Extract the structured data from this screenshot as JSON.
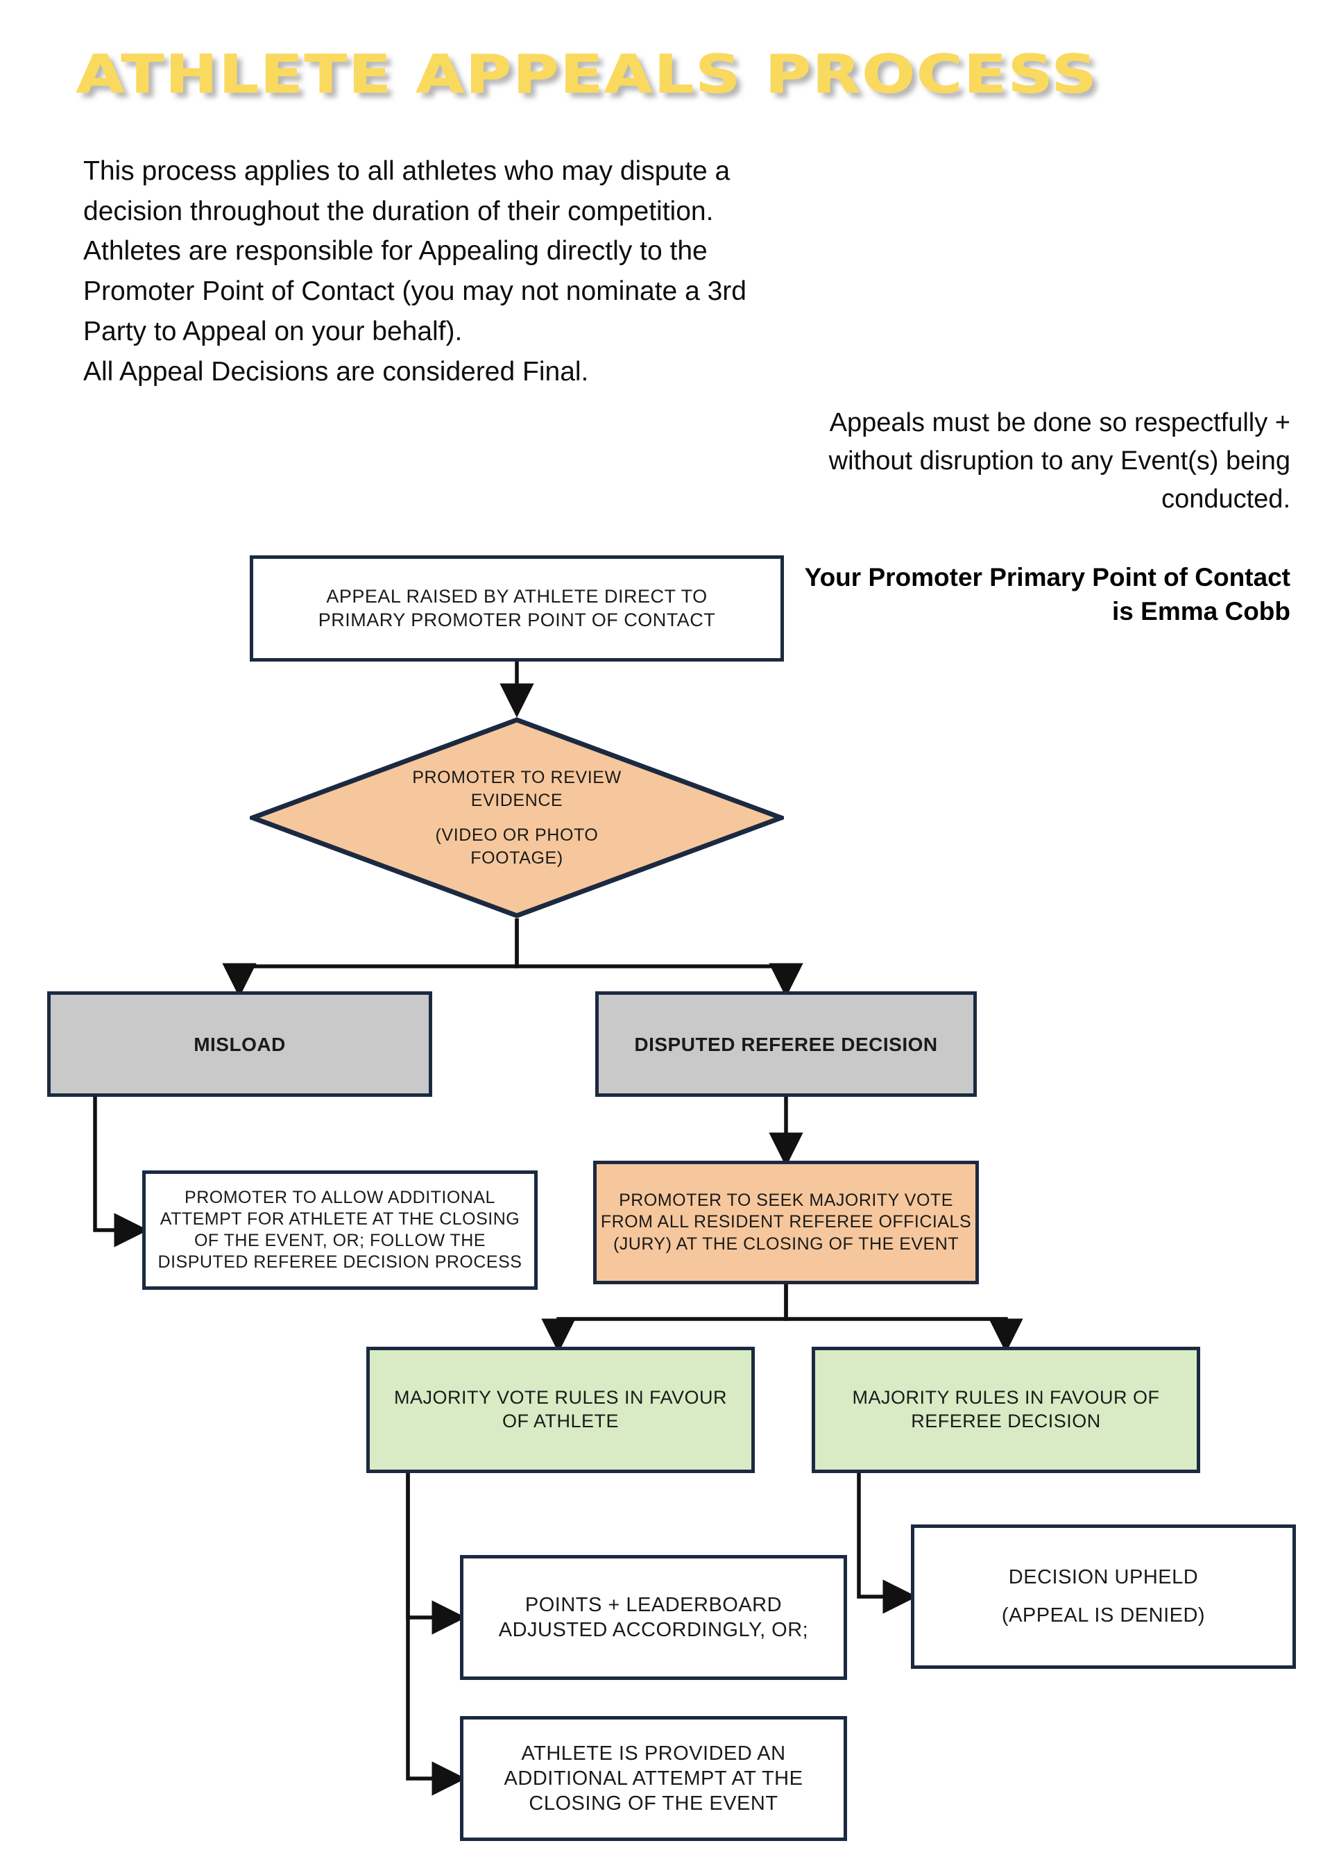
{
  "page": {
    "title": "ATHLETE APPEALS PROCESS",
    "title_color": "#FAD95F"
  },
  "intro": {
    "lines": [
      "This process applies to all athletes who may dispute a",
      "decision throughout the duration of their competition.",
      "Athletes are responsible for Appealing directly to the",
      "Promoter Point of Contact (you may not nominate a 3rd",
      "Party to Appeal on your behalf).",
      "All Appeal Decisions are considered Final."
    ]
  },
  "notice": {
    "text": "Appeals must be done so respectfully + without disruption to any Event(s) being conducted."
  },
  "contact": {
    "text": "Your Promoter Primary Point of Contact is Emma Cobb"
  },
  "colors": {
    "border": "#1B2A41",
    "gray": "#C9C9C9",
    "peach": "#F6C79C",
    "green": "#D8EBC4",
    "white": "#FFFFFF",
    "yellow": "#FAD95F"
  },
  "chart_data": {
    "type": "flowchart",
    "title": "ATHLETE APPEALS PROCESS",
    "nodes": [
      {
        "id": "start",
        "shape": "rectangle",
        "fill": "#FFFFFF",
        "lines": [
          "APPEAL RAISED BY ATHLETE DIRECT TO",
          "PRIMARY PROMOTER POINT OF CONTACT"
        ]
      },
      {
        "id": "review",
        "shape": "diamond",
        "fill": "#F6C79C",
        "lines": [
          "PROMOTER TO REVIEW",
          "EVIDENCE",
          "(VIDEO OR PHOTO",
          "FOOTAGE)"
        ]
      },
      {
        "id": "misload",
        "shape": "rectangle",
        "fill": "#C9C9C9",
        "lines": [
          "MISLOAD"
        ]
      },
      {
        "id": "disputed",
        "shape": "rectangle",
        "fill": "#C9C9C9",
        "lines": [
          "DISPUTED REFEREE DECISION"
        ]
      },
      {
        "id": "allow",
        "shape": "rectangle",
        "fill": "#FFFFFF",
        "lines": [
          "PROMOTER TO ALLOW ADDITIONAL",
          "ATTEMPT FOR ATHLETE AT THE CLOSING",
          "OF THE EVENT, OR; FOLLOW THE",
          "DISPUTED REFEREE DECISION PROCESS"
        ]
      },
      {
        "id": "majorityvote",
        "shape": "rectangle",
        "fill": "#F6C79C",
        "lines": [
          "PROMOTER TO SEEK MAJORITY VOTE",
          "FROM ALL RESIDENT REFEREE OFFICIALS",
          "(JURY)  AT THE CLOSING OF THE EVENT"
        ]
      },
      {
        "id": "favathlete",
        "shape": "rectangle",
        "fill": "#D8EBC4",
        "lines": [
          "MAJORITY VOTE RULES IN FAVOUR",
          "OF ATHLETE"
        ]
      },
      {
        "id": "favreferee",
        "shape": "rectangle",
        "fill": "#D8EBC4",
        "lines": [
          "MAJORITY RULES IN FAVOUR OF",
          "REFEREE DECISION"
        ]
      },
      {
        "id": "points",
        "shape": "rectangle",
        "fill": "#FFFFFF",
        "lines": [
          "POINTS + LEADERBOARD",
          "ADJUSTED ACCORDINGLY, OR;"
        ]
      },
      {
        "id": "upheld",
        "shape": "rectangle",
        "fill": "#FFFFFF",
        "lines": [
          "DECISION UPHELD",
          "(APPEAL IS DENIED)"
        ]
      },
      {
        "id": "addattempt",
        "shape": "rectangle",
        "fill": "#FFFFFF",
        "lines": [
          "ATHLETE IS PROVIDED AN",
          "ADDITIONAL ATTEMPT AT THE",
          "CLOSING OF THE EVENT"
        ]
      }
    ],
    "edges": [
      {
        "from": "start",
        "to": "review"
      },
      {
        "from": "review",
        "to": "misload"
      },
      {
        "from": "review",
        "to": "disputed"
      },
      {
        "from": "misload",
        "to": "allow"
      },
      {
        "from": "disputed",
        "to": "majorityvote"
      },
      {
        "from": "majorityvote",
        "to": "favathlete"
      },
      {
        "from": "majorityvote",
        "to": "favreferee"
      },
      {
        "from": "favathlete",
        "to": "points"
      },
      {
        "from": "favathlete",
        "to": "addattempt"
      },
      {
        "from": "favreferee",
        "to": "upheld"
      }
    ]
  }
}
